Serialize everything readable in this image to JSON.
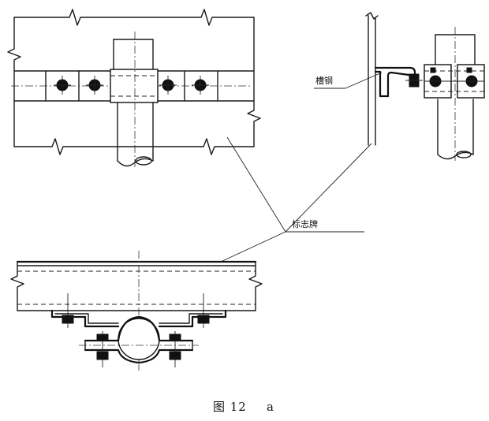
{
  "labels": {
    "channel_steel": "槽钢",
    "sign_plate": "标志牌"
  },
  "caption": {
    "figure": "图 12",
    "sub": "a"
  }
}
